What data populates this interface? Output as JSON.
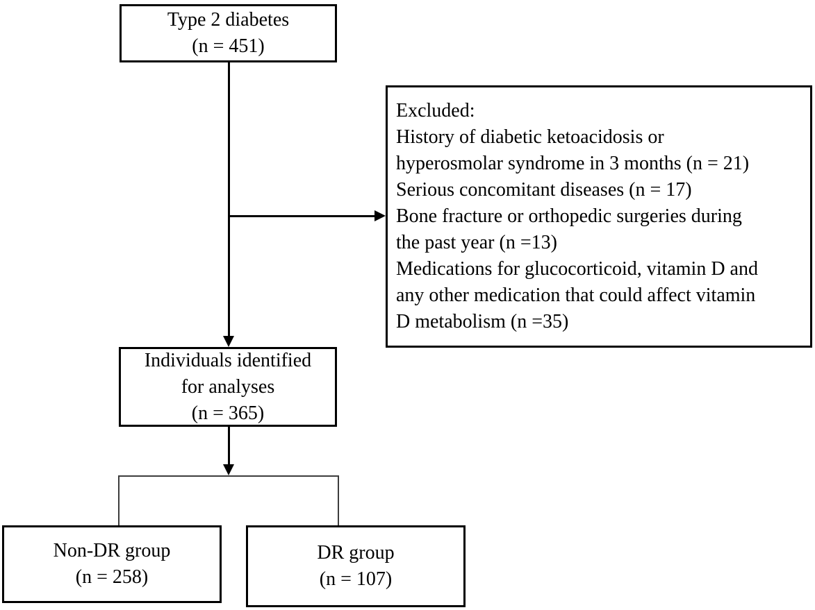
{
  "nodes": {
    "top": {
      "lines": [
        "Type 2 diabetes",
        "(n = 451)"
      ]
    },
    "excluded": {
      "lines": [
        "Excluded:",
        "History of diabetic ketoacidosis or",
        "hyperosmolar syndrome in 3 months (n = 21)",
        "Serious concomitant diseases (n = 17)",
        "Bone fracture or orthopedic surgeries during",
        "the past year (n =13)",
        "Medications for glucocorticoid, vitamin D and",
        "any other medication that could affect vitamin",
        "D metabolism (n =35)"
      ]
    },
    "identified": {
      "lines": [
        "Individuals identified",
        "for analyses",
        "(n = 365)"
      ]
    },
    "non_dr": {
      "lines": [
        "Non-DR group",
        "(n = 258)"
      ]
    },
    "dr": {
      "lines": [
        "DR group",
        "(n = 107)"
      ]
    }
  },
  "colors": {
    "background": "#ffffff",
    "text": "#000000",
    "box_border": "#000000",
    "connector": "#3c3c3c"
  }
}
